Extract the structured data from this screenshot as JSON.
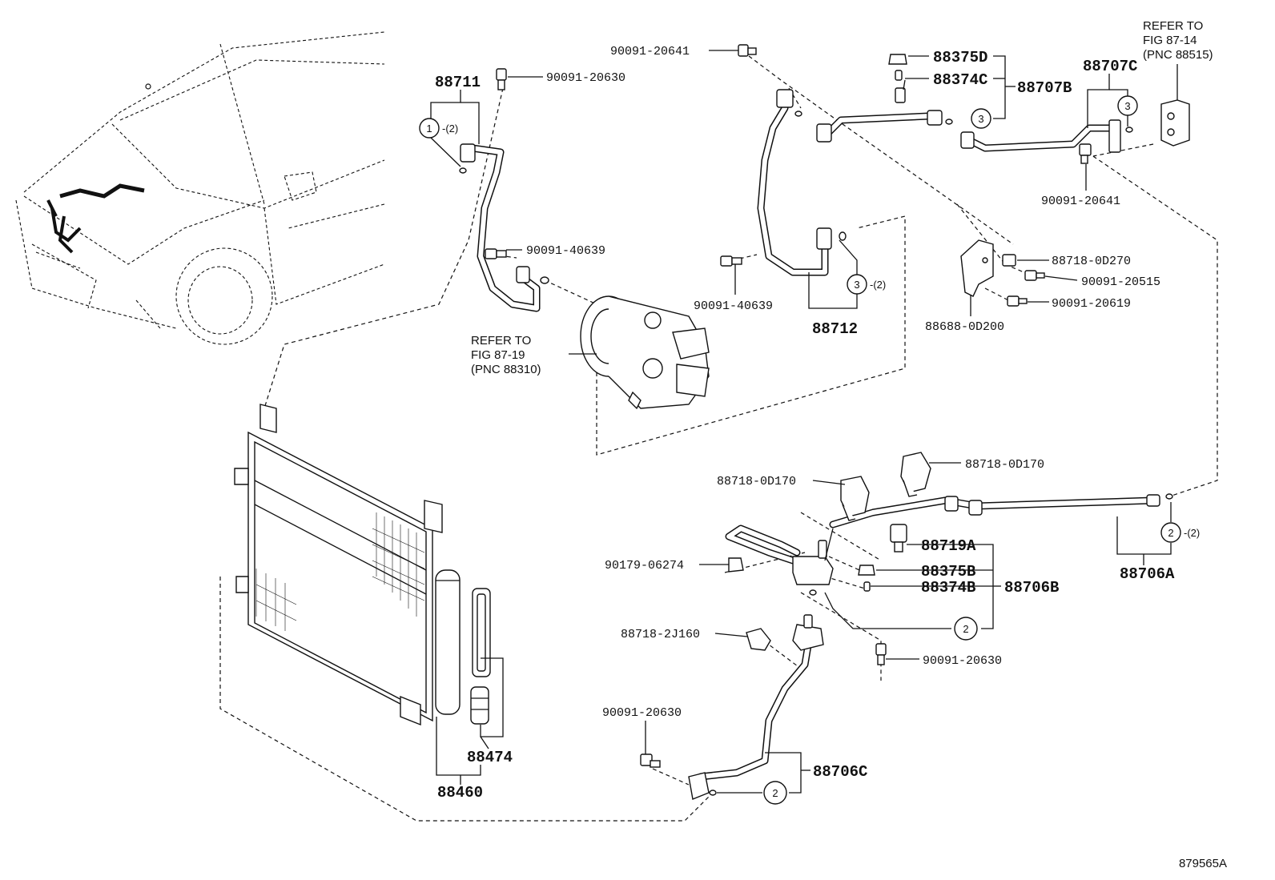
{
  "labels": {
    "p88711": "88711",
    "p90091_20630_a": "90091-20630",
    "p90091_40639_a": "90091-40639",
    "refer_comp_1": "REFER TO",
    "refer_comp_2": "FIG 87-19",
    "refer_comp_3": "(PNC 88310)",
    "p90091_20641_a": "90091-20641",
    "p90091_40639_b": "90091-40639",
    "p88712": "88712",
    "p88375D": "88375D",
    "p88374C": "88374C",
    "p88707B": "88707B",
    "p88707C": "88707C",
    "refer_valve_1": "REFER TO",
    "refer_valve_2": "FIG 87-14",
    "refer_valve_3": "(PNC 88515)",
    "p90091_20641_b": "90091-20641",
    "p88718_0D270": "88718-0D270",
    "p90091_20515": "90091-20515",
    "p90091_20619": "90091-20619",
    "p88688_0D200": "88688-0D200",
    "p88718_0D170_a": "88718-0D170",
    "p88718_0D170_b": "88718-0D170",
    "p88719A": "88719A",
    "p88375B": "88375B",
    "p88374B": "88374B",
    "p88706B": "88706B",
    "p88706A": "88706A",
    "p90179_06274": "90179-06274",
    "p88718_2J160": "88718-2J160",
    "p90091_20630_b": "90091-20630",
    "p90091_20630_c": "90091-20630",
    "p88706C": "88706C",
    "p88474": "88474",
    "p88460": "88460",
    "figure_id": "879565A"
  },
  "callouts": {
    "c1": "1",
    "c1_qty": "-(2)",
    "c3_a": "3",
    "c3_a_qty": "-(2)",
    "c3_b": "3",
    "c3_c": "3",
    "c2_a": "2",
    "c2_a_qty": "-(2)",
    "c2_b": "2",
    "c2_c": "2"
  }
}
